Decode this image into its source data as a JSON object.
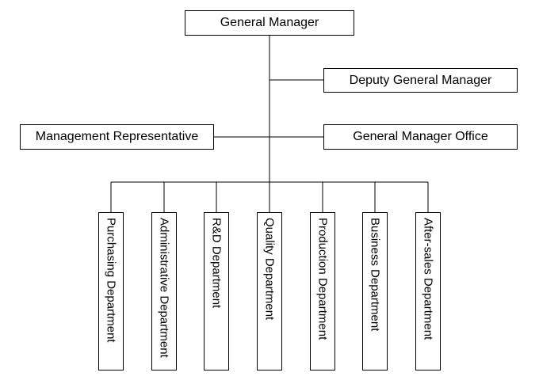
{
  "org_chart": {
    "top": {
      "label": "General Manager"
    },
    "deputy": {
      "label": "Deputy General Manager"
    },
    "office": {
      "label": "General Manager Office"
    },
    "representative": {
      "label": "Management Representative"
    },
    "departments": [
      {
        "label": "Purchasing Department"
      },
      {
        "label": "Administrative Department"
      },
      {
        "label": "R&D Department"
      },
      {
        "label": "Quality Department"
      },
      {
        "label": "Production Department"
      },
      {
        "label": "Business Department"
      },
      {
        "label": "After-sales Department"
      }
    ]
  },
  "colors": {
    "line": "#000000",
    "box_fill": "#ffffff",
    "text": "#000000"
  }
}
